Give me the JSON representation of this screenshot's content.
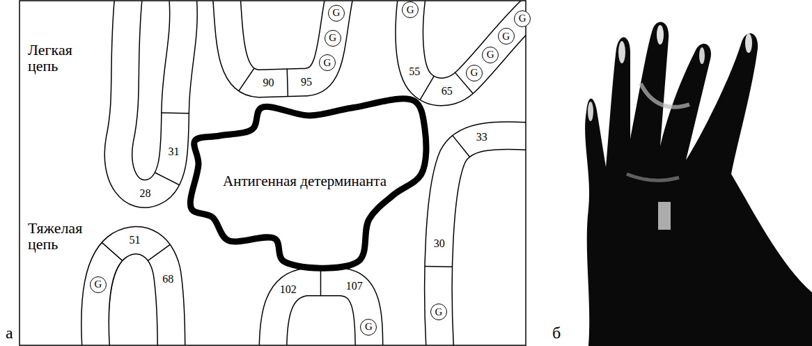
{
  "diagram": {
    "nodes": [
      {
        "text": [
          "Антигенная детерминанта"
        ]
      },
      {
        "text": [
          "G"
        ]
      },
      {
        "text": [
          "G"
        ]
      },
      {
        "text": [
          "G"
        ]
      },
      {
        "text": [
          "G"
        ]
      },
      {
        "text": [
          "G"
        ]
      },
      {
        "text": [
          "G"
        ]
      },
      {
        "text": [
          "G"
        ]
      },
      {
        "text": [
          "G"
        ]
      },
      {
        "text": [
          "G"
        ]
      },
      {
        "text": [
          "G"
        ]
      },
      {
        "text": [
          "G"
        ]
      }
    ],
    "labels": [
      "Легкая цепь",
      "31",
      "28",
      "90",
      "95",
      "55",
      "65",
      "33",
      "Тяжелая цепь",
      "51",
      "68",
      "30",
      "102",
      "107",
      "а",
      "б"
    ]
  }
}
